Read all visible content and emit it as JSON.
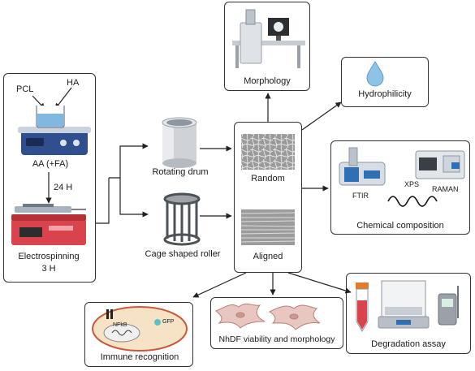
{
  "left_panel": {
    "pcl": "PCL",
    "ha": "HA",
    "solvent": "AA (+FA)",
    "time1": "24 H",
    "process": "Electrospinning",
    "time2": "3 H"
  },
  "collectors": {
    "drum": "Rotating drum",
    "cage": "Cage shaped roller"
  },
  "fibers": {
    "random": "Random",
    "aligned": "Aligned"
  },
  "analyses": {
    "morphology": "Morphology",
    "hydrophilicity": "Hydrophilicity",
    "chemical": "Chemical composition",
    "ftir": "FTIR",
    "raman": "RAMAN",
    "xps": "XPS",
    "degradation": "Degradation assay",
    "nhdf": "NhDF viability and morphology",
    "immune": "Immune recognition",
    "nfkb": "NFkB",
    "gfp": "GFP"
  },
  "colors": {
    "water": "#7fb8e0",
    "device_red": "#d9434b",
    "device_blue": "#3b6fb0",
    "cell_pink": "#e8c7c0",
    "immune_fill": "#f6e2c4",
    "immune_ring": "#c85a3c"
  }
}
